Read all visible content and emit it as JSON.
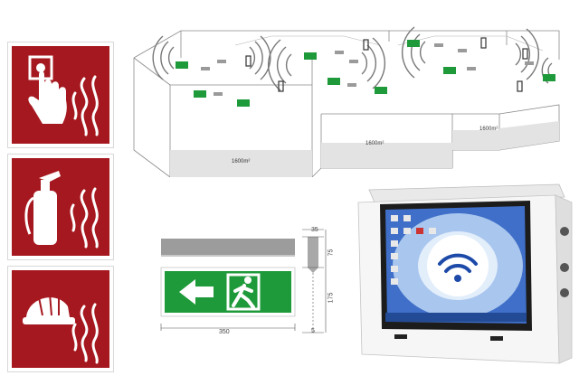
{
  "safety_signs": [
    {
      "name": "fire-alarm-call-point",
      "icon": "fire-alarm-button-icon"
    },
    {
      "name": "fire-extinguisher",
      "icon": "fire-extinguisher-icon"
    },
    {
      "name": "firefighting-equipment",
      "icon": "fire-helmet-icon"
    }
  ],
  "building_plan": {
    "area_labels": [
      "1600m²",
      "1600m²",
      "1600m²"
    ]
  },
  "exit_sign_drawing": {
    "width_label": "350",
    "height_labels": [
      "35",
      "75",
      "175",
      "5"
    ]
  },
  "colors": {
    "sign_red": "#a6181f",
    "exit_green": "#1f9a3a",
    "panel_white": "#f4f4f4",
    "screen_blue": "#3f6fc8"
  }
}
